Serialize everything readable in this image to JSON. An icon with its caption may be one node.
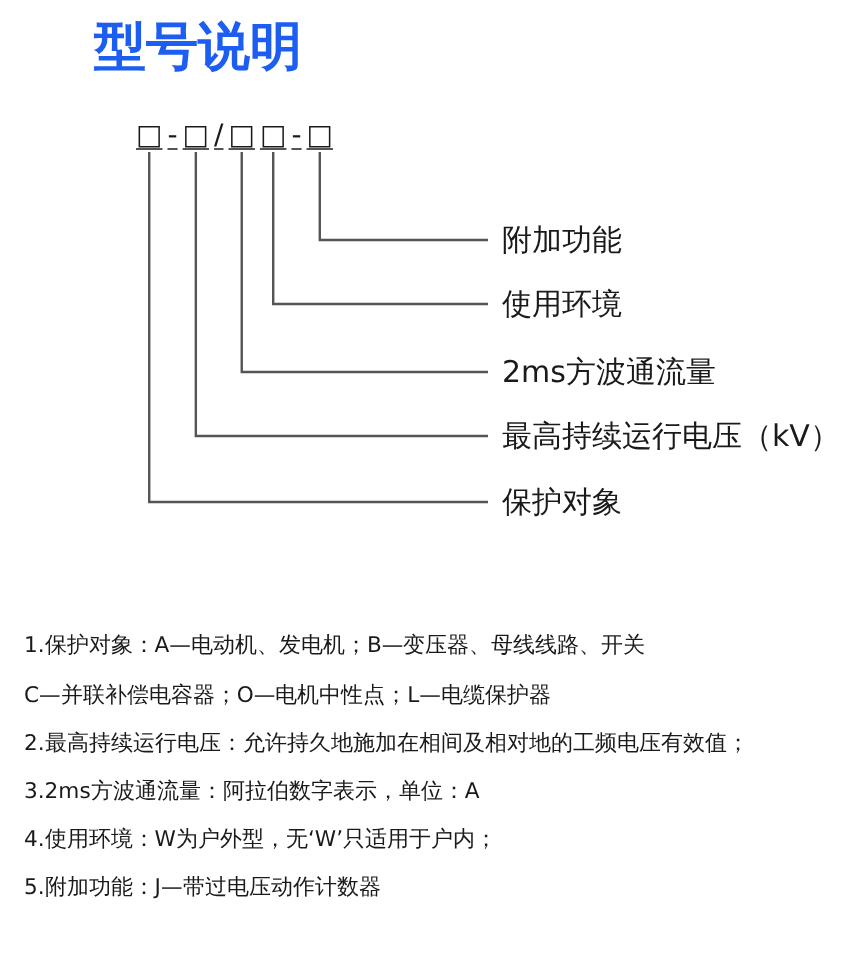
{
  "diagram": {
    "title": "型号说明",
    "nodes": [
      {
        "text": [
          "□"
        ]
      },
      {
        "text": [
          "□"
        ]
      },
      {
        "text": [
          "□"
        ]
      },
      {
        "text": [
          "□"
        ]
      },
      {
        "text": [
          "□"
        ]
      },
      {
        "text": [
          "附加功能"
        ]
      },
      {
        "text": [
          "使用环境"
        ]
      },
      {
        "text": [
          "2ms方波通流量"
        ]
      },
      {
        "text": [
          "最高持续运行电压（kV）"
        ]
      },
      {
        "text": [
          "保护对象"
        ]
      }
    ],
    "edges": [
      {
        "from": 5,
        "to": 4,
        "arrow": "none"
      },
      {
        "from": 6,
        "to": 3,
        "arrow": "none"
      },
      {
        "from": 7,
        "to": 2,
        "arrow": "none"
      },
      {
        "from": 8,
        "to": 1,
        "arrow": "none"
      },
      {
        "from": 9,
        "to": 0,
        "arrow": "none"
      }
    ],
    "labels": [
      "-",
      "/",
      "-",
      "1.保护对象：A—电动机、发电机；B—变压器、母线线路、开关",
      "C—并联补偿电容器；O—电机中性点；L—电缆保护器",
      "2.最高持续运行电压：允许持久地施加在相间及相对地的工频电压有效值；",
      "3.2ms方波通流量：阿拉伯数字表示，单位：A",
      "4.使用环境：W为户外型，无‘W’只适用于户内；",
      "5.附加功能：J—带过电压动作计数器"
    ]
  }
}
